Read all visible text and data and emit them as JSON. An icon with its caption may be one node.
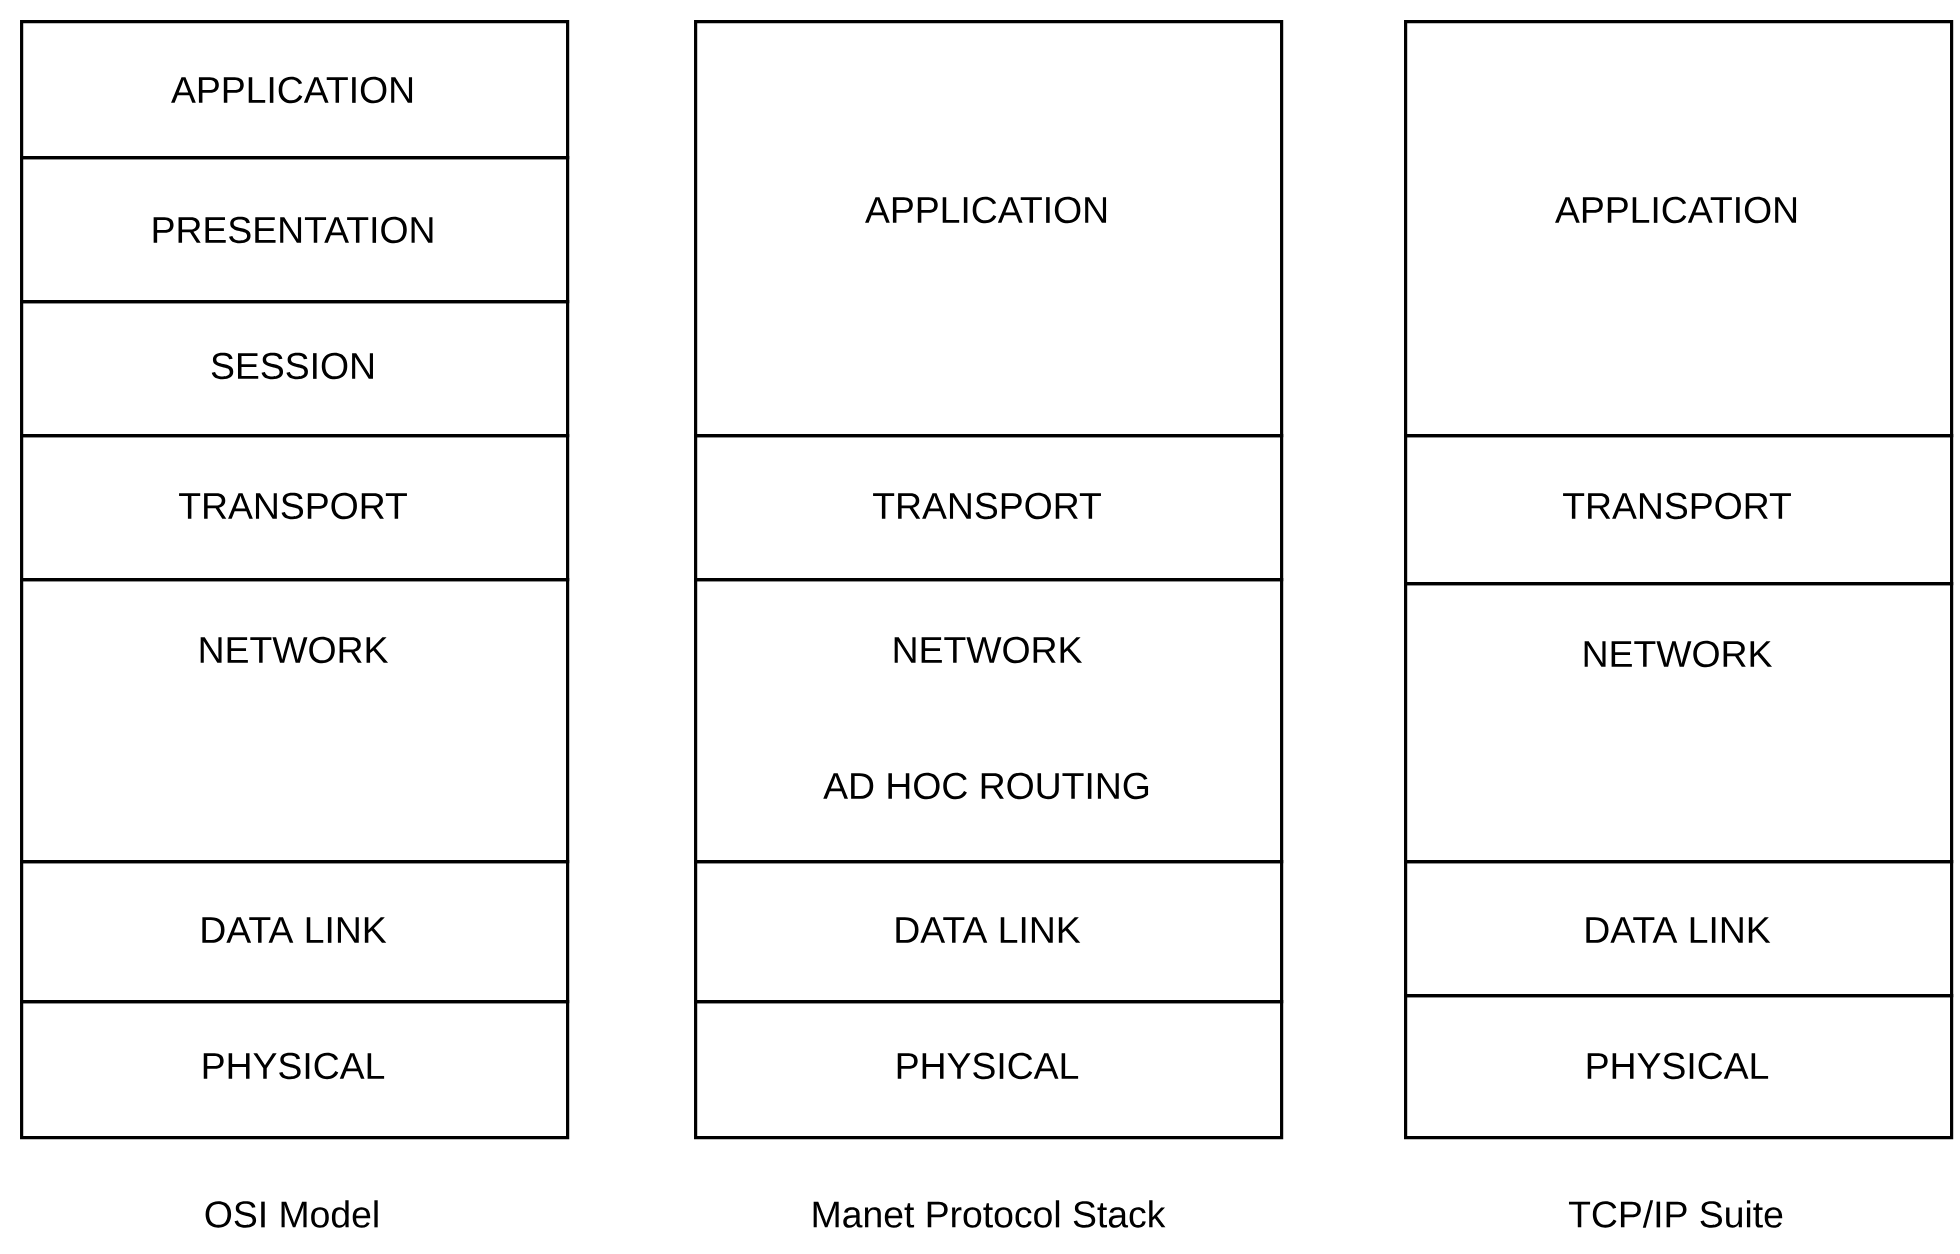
{
  "diagram": {
    "nodes": [
      {
        "text": [
          "APPLICATION"
        ]
      },
      {
        "text": [
          "PRESENTATION"
        ]
      },
      {
        "text": [
          "SESSION"
        ]
      },
      {
        "text": [
          "TRANSPORT"
        ]
      },
      {
        "text": [
          "NETWORK"
        ]
      },
      {
        "text": [
          "DATA LINK"
        ]
      },
      {
        "text": [
          "PHYSICAL"
        ]
      },
      {
        "text": [
          "APPLICATION"
        ]
      },
      {
        "text": [
          "TRANSPORT"
        ]
      },
      {
        "text": [
          "NETWORK",
          "AD HOC ROUTING"
        ]
      },
      {
        "text": [
          "DATA LINK"
        ]
      },
      {
        "text": [
          "PHYSICAL"
        ]
      },
      {
        "text": [
          "APPLICATION"
        ]
      },
      {
        "text": [
          "TRANSPORT"
        ]
      },
      {
        "text": [
          "NETWORK"
        ]
      },
      {
        "text": [
          "DATA LINK"
        ]
      },
      {
        "text": [
          "PHYSICAL"
        ]
      }
    ],
    "edges": [],
    "labels": [
      "OSI Model",
      "Manet Protocol Stack",
      "TCP/IP Suite"
    ]
  }
}
